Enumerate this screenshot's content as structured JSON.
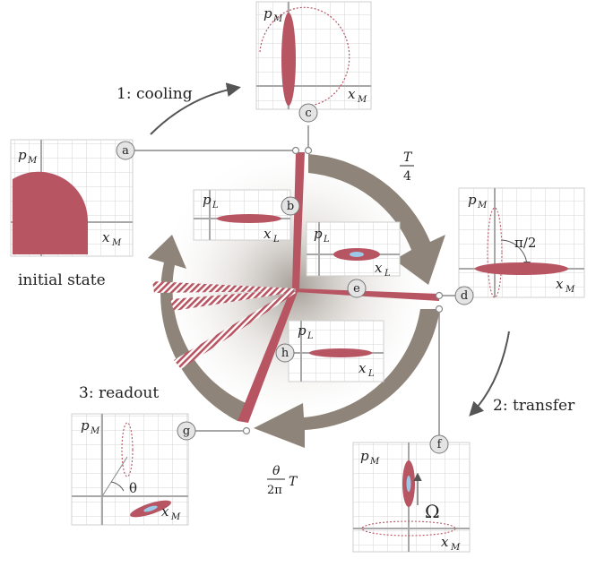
{
  "steps": {
    "cooling": "1: cooling",
    "transfer": "2: transfer",
    "readout": "3: readout",
    "initial": "initial state"
  },
  "markers": [
    "a",
    "b",
    "c",
    "d",
    "e",
    "f",
    "g",
    "h"
  ],
  "axes": {
    "p": "p",
    "x": "x",
    "sub_M": "M",
    "sub_L": "L"
  },
  "annotations": {
    "T_num": "T",
    "T_den": "4",
    "angle_pi2": "π/2",
    "theta": "θ",
    "theta_num": "θ",
    "theta_den": "2π",
    "theta_T": "T",
    "omega": "Ω"
  },
  "colors": {
    "state_fill": "#b85563",
    "cycle_arrow": "#8e8479",
    "grid": "#d4d4d4",
    "axis": "#a8a8a8",
    "blue_core": "#9ec8e8"
  }
}
